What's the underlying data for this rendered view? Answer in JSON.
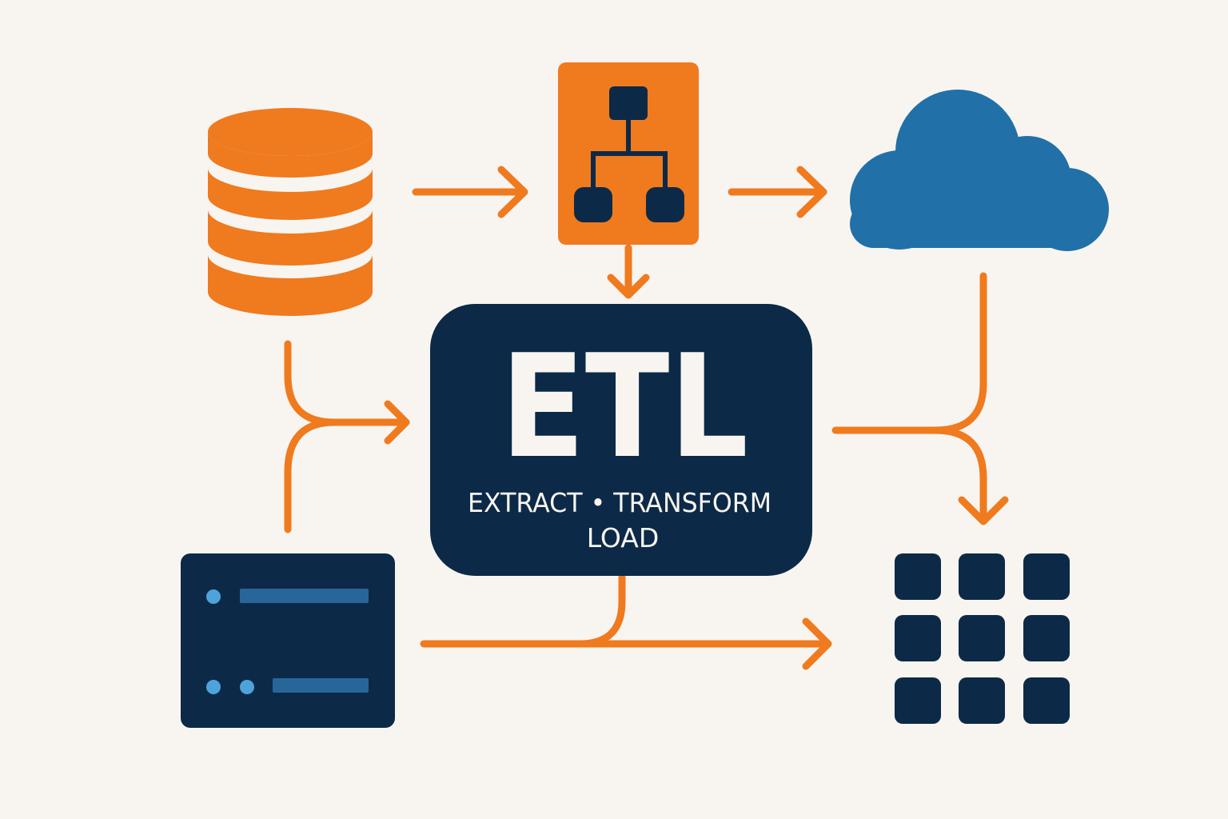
{
  "colors": {
    "background": "#f8f5f1",
    "accent_orange": "#f07a1e",
    "navy": "#0c2a47",
    "cloud_blue": "#2170a8",
    "bar_blue": "#28669a",
    "dot_blue": "#4ea3db",
    "text_light": "#f8f5f1"
  },
  "icons": {
    "database": "database-icon",
    "hierarchy": "hierarchy-icon",
    "cloud": "cloud-icon",
    "server": "server-icon",
    "grid": "grid-icon"
  },
  "etl": {
    "title": "ETL",
    "subtitle_line1": "EXTRACT • TRANSFORM",
    "subtitle_line2": "LOAD"
  }
}
